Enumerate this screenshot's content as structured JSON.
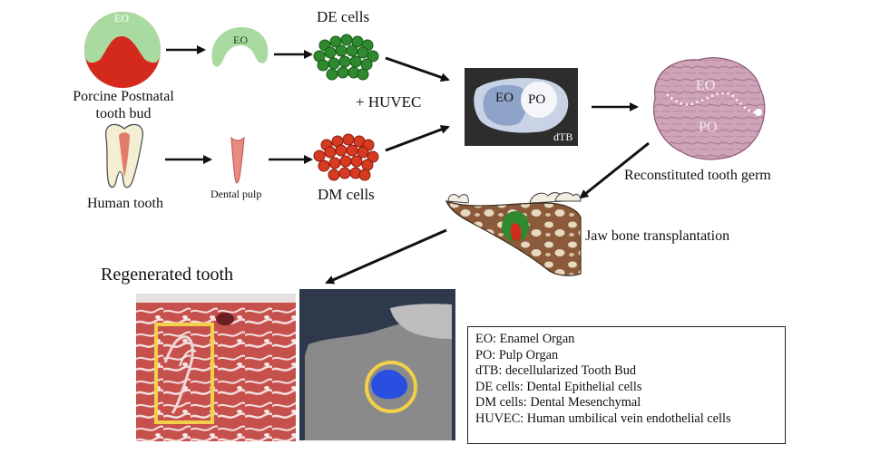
{
  "labels": {
    "eo_bud": "EO",
    "porcine": "Porcine Postnatal",
    "tooth_bud": "tooth bud",
    "eo_small": "EO",
    "de_cells": "DE cells",
    "huvec": "+ HUVEC",
    "human_tooth": "Human tooth",
    "dental_pulp": "Dental pulp",
    "dm_cells": "DM cells",
    "dtb_eo": "EO",
    "dtb_po": "PO",
    "dtb": "dTB",
    "germ_eo": "EO",
    "germ_po": "PO",
    "reconstituted": "Reconstituted tooth germ",
    "jaw_bone": "Jaw bone transplantation",
    "regenerated": "Regenerated tooth"
  },
  "legend": [
    "EO: Enamel Organ",
    "PO: Pulp Organ",
    "dTB: decellularized Tooth Bud",
    "DE cells: Dental Epithelial cells",
    "DM cells: Dental Mesenchymal",
    "HUVEC: Human umbilical vein endothelial cells"
  ],
  "colors": {
    "enamel_green": "#a9dba0",
    "red": "#d42a1e",
    "de_cells": "#2f8a2f",
    "dm_cells": "#d63a20",
    "germ": "#c99ab0",
    "histology": "#c44a48",
    "highlight_yellow": "#f2d04a",
    "scan_blue": "#2a4ee0"
  }
}
